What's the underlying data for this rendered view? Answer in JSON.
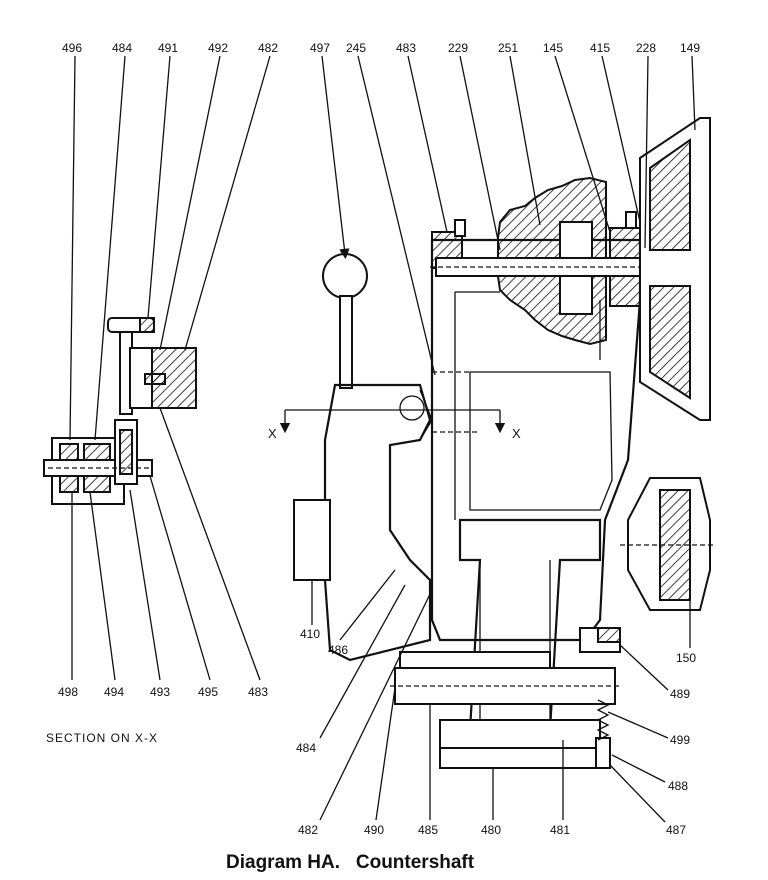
{
  "caption": "Diagram HA.   Countershaft",
  "section_label": "SECTION ON X-X",
  "axis_letters": {
    "left": "X",
    "right": "X"
  },
  "callouts_top": [
    "496",
    "484",
    "491",
    "492",
    "482",
    "497",
    "245",
    "483",
    "229",
    "251",
    "145",
    "415",
    "228",
    "149"
  ],
  "callouts_left_bottom": [
    "498",
    "494",
    "493",
    "495",
    "483"
  ],
  "callouts_main": [
    "410",
    "486",
    "484",
    "482",
    "490",
    "485",
    "480",
    "481",
    "487",
    "488",
    "499",
    "489",
    "150"
  ]
}
